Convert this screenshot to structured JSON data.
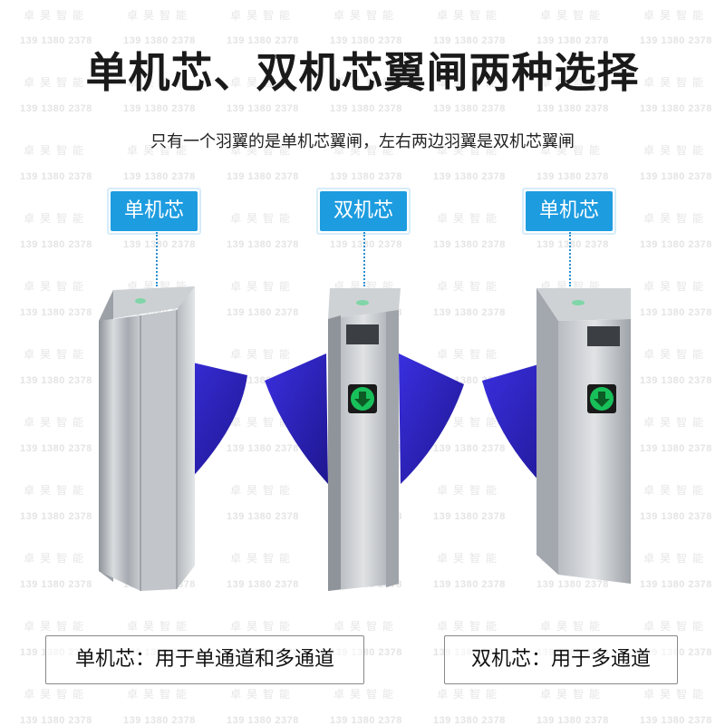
{
  "title": "单机芯、双机芯翼闸两种选择",
  "subtitle": "只有一个羽翼的是单机芯翼闸，左右两边羽翼是双机芯翼闸",
  "watermark": {
    "phone": "139 1380 2378",
    "brand": "卓昊智能"
  },
  "products": [
    {
      "tag": "单机芯",
      "icon": "single-wing-gate"
    },
    {
      "tag": "双机芯",
      "icon": "double-wing-gate-center"
    },
    {
      "tag": "单机芯",
      "icon": "single-wing-gate-arrow"
    }
  ],
  "captions": [
    "单机芯：用于单通道和多通道",
    "双机芯：用于多通道"
  ],
  "colors": {
    "tag_bg": "#1d9ce0",
    "wing": "#2a1fc8",
    "arrow": "#18c05a",
    "steel": "#b8bcc2"
  }
}
